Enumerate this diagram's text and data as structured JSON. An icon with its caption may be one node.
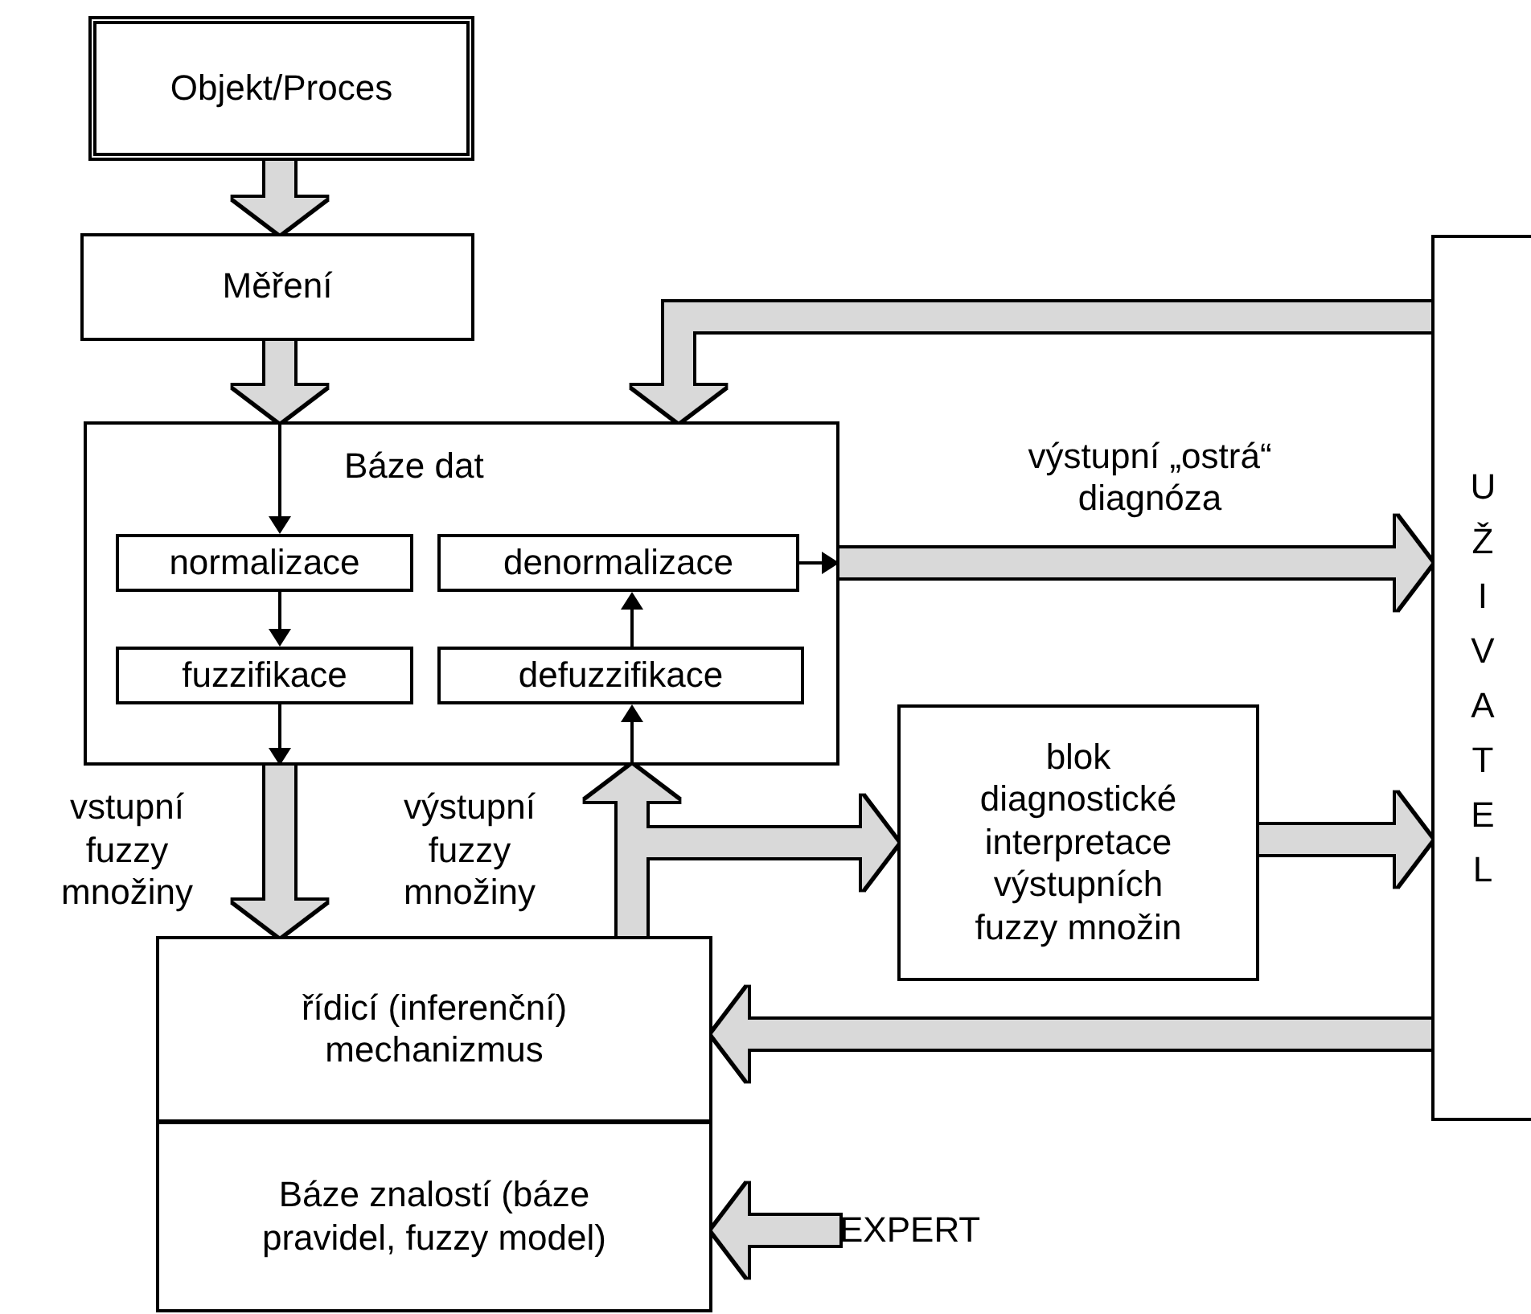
{
  "diagram": {
    "nodes": [
      {
        "text": [
          "Objekt/Proces"
        ]
      },
      {
        "text": [
          "Měření"
        ]
      },
      {
        "text": [
          "Báze dat"
        ]
      },
      {
        "text": [
          "normalizace"
        ],
        "in": 2
      },
      {
        "text": [
          "denormalizace"
        ],
        "in": 2
      },
      {
        "text": [
          "fuzzifikace"
        ],
        "in": 2
      },
      {
        "text": [
          "defuzzifikace"
        ],
        "in": 2
      },
      {
        "text": [
          "blok diagnostické interpretace výstupních fuzzy množin"
        ]
      },
      {
        "text": [
          "UŽIVATEL"
        ]
      },
      {
        "text": [
          "řídicí (inferenční) mechanizmus"
        ]
      },
      {
        "text": [
          "Báze znalostí (báze pravidel, fuzzy model)"
        ]
      },
      {
        "text": [
          "EXPERT"
        ]
      }
    ],
    "edges": [
      {
        "from": 0,
        "to": 1,
        "arrow": "to"
      },
      {
        "from": 1,
        "to": 2,
        "arrow": "to"
      },
      {
        "from": 8,
        "to": 2,
        "arrow": "to"
      },
      {
        "from": 2,
        "to": 3,
        "arrow": "to",
        "color": "#000000"
      },
      {
        "from": 3,
        "to": 5,
        "arrow": "to",
        "color": "#000000"
      },
      {
        "from": 6,
        "to": 4,
        "arrow": "to",
        "color": "#000000"
      },
      {
        "from": 4,
        "to": 2,
        "arrow": "to",
        "color": "#000000"
      },
      {
        "from": 2,
        "to": 8,
        "arrow": "to",
        "label": "výstupní „ostrá“ diagnóza"
      },
      {
        "from": 5,
        "to": 2,
        "arrow": "to",
        "color": "#000000"
      },
      {
        "from": 2,
        "to": 9,
        "arrow": "to",
        "label": "vstupní fuzzy množiny"
      },
      {
        "from": 9,
        "to": 2,
        "arrow": "to",
        "label": "výstupní fuzzy množiny"
      },
      {
        "from": 2,
        "to": 6,
        "arrow": "to",
        "color": "#000000"
      },
      {
        "from": 9,
        "to": 7,
        "arrow": "to"
      },
      {
        "from": 7,
        "to": 8,
        "arrow": "to"
      },
      {
        "from": 8,
        "to": 9,
        "arrow": "to"
      },
      {
        "from": 11,
        "to": 10,
        "arrow": "to"
      }
    ]
  }
}
